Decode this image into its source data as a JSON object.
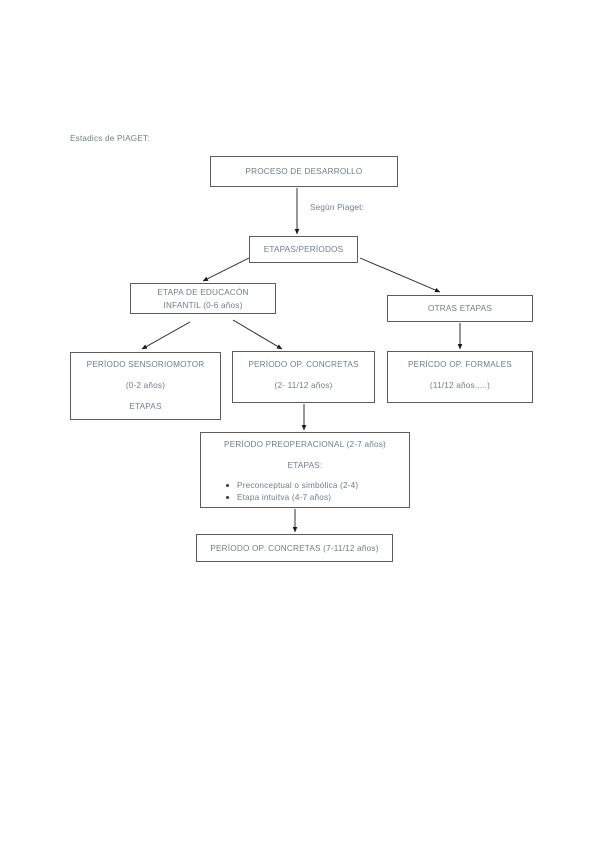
{
  "document": {
    "title_text": "Estadics de PIAGET:",
    "edge_label": "Según Piaget:",
    "text_color": "#6f7d8c",
    "border_color": "#5b5b60",
    "arrow_color": "#1a1a1a",
    "background": "#ffffff"
  },
  "nodes": {
    "proceso": {
      "label": "PROCESO DE DESARROLLO"
    },
    "etapas_periodos": {
      "label": "ETAPAS/PERÍODOS"
    },
    "etapa_ei": {
      "line1": "ETAPA DE EDUCACÓN",
      "line2": "INFANTIL (0-6 años)"
    },
    "otras_etapas": {
      "label": "OTRAS ETAPAS"
    },
    "sensoriomotor": {
      "line1": "PERÍODO SENSORIOMOTOR",
      "line2": "(0-2 años)",
      "line3": "ETAPAS"
    },
    "op_concretas": {
      "line1": "PERÍODO OP. CONCRETAS",
      "line2": "(2- 11/12 años)"
    },
    "op_formales": {
      "line1": "PERÍCDO OP. FORMALES",
      "line2": "(11/12 años.....)"
    },
    "preoperacional": {
      "title": "PERÍODO PREOPERACIONAL  (2-7 años)",
      "subtitle": "ETAPAS:",
      "bullets": [
        "Preconceptual o simbólica (2-4)",
        "Etapa intuitva (4-7 años)"
      ]
    },
    "final": {
      "label": "PERÍODO OP. CONCRETAS (7-11/12 años)"
    }
  }
}
